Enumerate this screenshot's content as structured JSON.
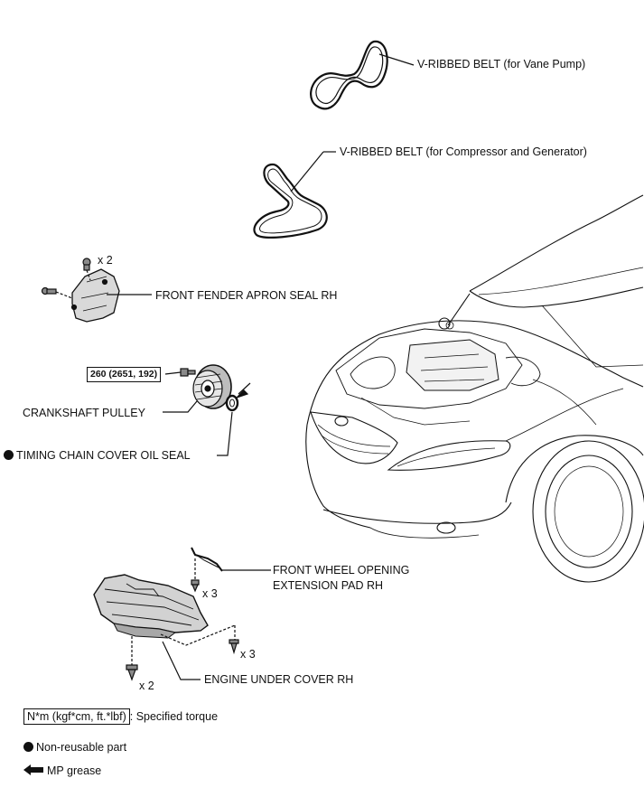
{
  "labels": {
    "belt_vane": "V-RIBBED BELT (for Vane Pump)",
    "belt_comp": "V-RIBBED BELT (for Compressor and Generator)",
    "fender_seal": "FRONT FENDER APRON SEAL RH",
    "crank_pulley": "CRANKSHAFT PULLEY",
    "oil_seal": "TIMING CHAIN COVER OIL SEAL",
    "wheel_pad_line1": "FRONT WHEEL OPENING",
    "wheel_pad_line2": "EXTENSION PAD RH",
    "under_cover": "ENGINE UNDER COVER RH"
  },
  "quantities": {
    "fender_bolts": "x 2",
    "pad_bolts": "x 3",
    "cover_clips": "x 3",
    "cover_bolts": "x 2"
  },
  "torque": "260 (2651, 192)",
  "legend": {
    "torque_units": "N*m (kgf*cm, ft.*lbf)",
    "torque_desc": ": Specified torque",
    "non_reusable": "Non-reusable part",
    "mp_grease": "MP grease"
  },
  "colors": {
    "line": "#111111",
    "part_fill": "#d9d9d9",
    "part_dark": "#8a8a8a"
  },
  "icons": [
    "non-reusable-dot-icon",
    "mp-grease-arrow-icon"
  ]
}
